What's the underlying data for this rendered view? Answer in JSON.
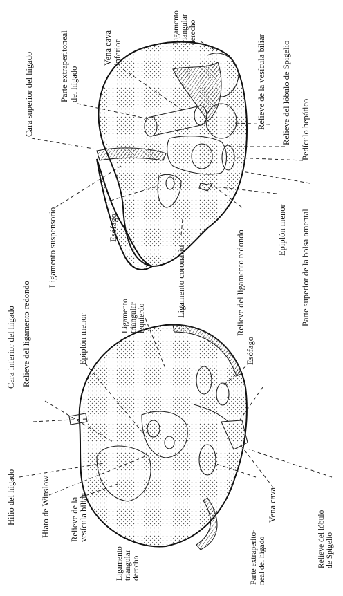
{
  "diagram": {
    "upper_figure": {
      "labels": {
        "cara_superior": "Cara superior del hígado",
        "parte_extraperitoneal": [
          "Parte extraperitoneal",
          "del hígado"
        ],
        "vena_cava_inferior": [
          "Vena cava",
          "inferior"
        ],
        "ligamento_triangular_derecho": [
          "Ligamento",
          "triangular",
          "derecho"
        ],
        "relieve_vesicula": "Relieve de la vesícula biliar",
        "relieve_spigelio": "Relieve del lóbulo de Spigelio",
        "pediculo_hepatico": "Pedículo hepático",
        "ligamento_suspensorio": "Ligamento suspensorio",
        "esofago": "Esófago",
        "ligamento_coronario": "Ligamento coronario",
        "relieve_ligamento_redondo": "Relieve del ligamento redondo",
        "epiplon_menor": "Epiplón menor",
        "bolsa_omental": "Parte superior de la bolsa omental"
      }
    },
    "lower_figure": {
      "labels": {
        "cara_inferior": "Cara inferior del hígado",
        "relieve_ligamento_redondo": "Relieve del ligamento redondo",
        "epiplon_menor": "Epiplón menor",
        "ligamento_triangular_izquierdo": [
          "Ligamento",
          "triangular",
          "izquierdo"
        ],
        "esofago": "Esófago",
        "hilio": "Hilio del hígado",
        "hiato_winslow": "Hiato de Winslow",
        "relieve_vesicula": [
          "Relieve de la",
          "vesícula biliar"
        ],
        "ligamento_triangular_derecho": [
          "Ligamento",
          "triangular",
          "derecho"
        ],
        "parte_extraperitoneal": [
          "Parte extraperito-",
          "neal del hígado"
        ],
        "vena_cava": "Vena cava",
        "relieve_spigelio": [
          "Relieve del lóbulo",
          "de Spigelio"
        ]
      }
    }
  }
}
